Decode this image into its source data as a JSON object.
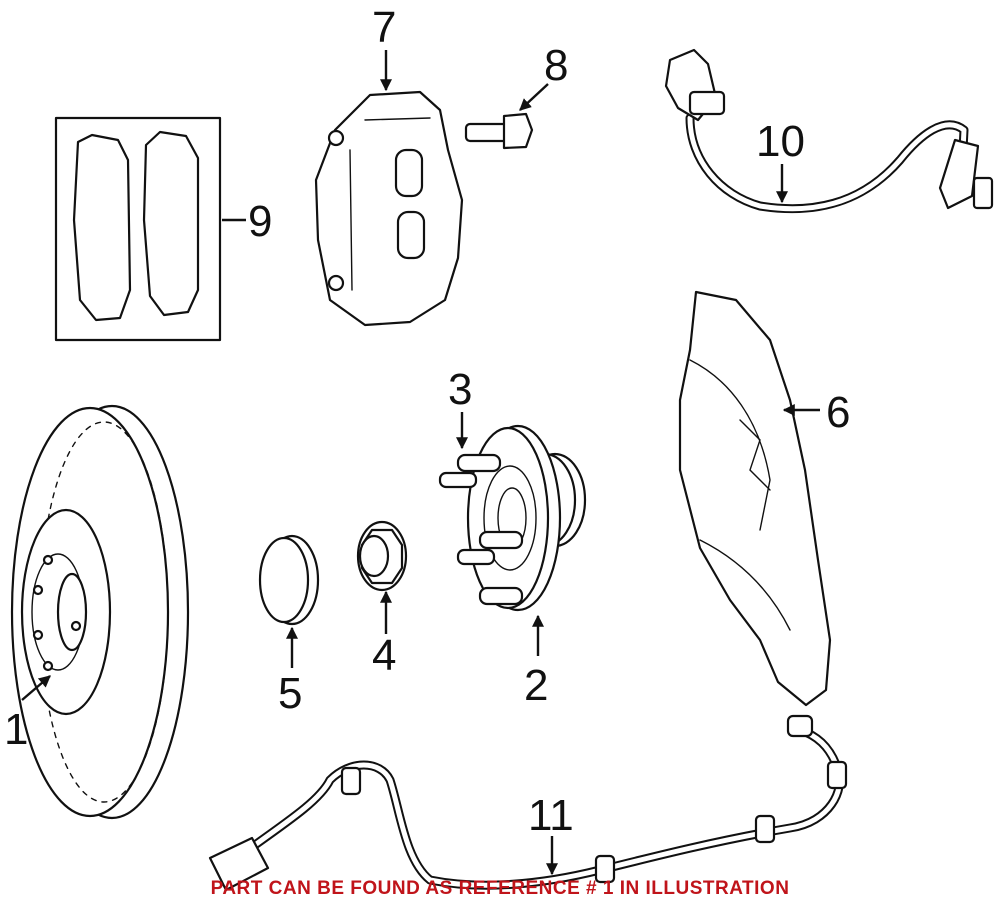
{
  "diagram": {
    "callouts": [
      {
        "id": "1",
        "label": "1"
      },
      {
        "id": "2",
        "label": "2"
      },
      {
        "id": "3",
        "label": "3"
      },
      {
        "id": "4",
        "label": "4"
      },
      {
        "id": "5",
        "label": "5"
      },
      {
        "id": "6",
        "label": "6"
      },
      {
        "id": "7",
        "label": "7"
      },
      {
        "id": "8",
        "label": "8"
      },
      {
        "id": "9",
        "label": "9"
      },
      {
        "id": "10",
        "label": "10"
      },
      {
        "id": "11",
        "label": "11"
      }
    ],
    "note": "PART CAN BE FOUND AS REFERENCE # 1 IN ILLUSTRATION",
    "colors": {
      "note": "#c0141a",
      "line": "#111111",
      "background": "#ffffff"
    }
  }
}
